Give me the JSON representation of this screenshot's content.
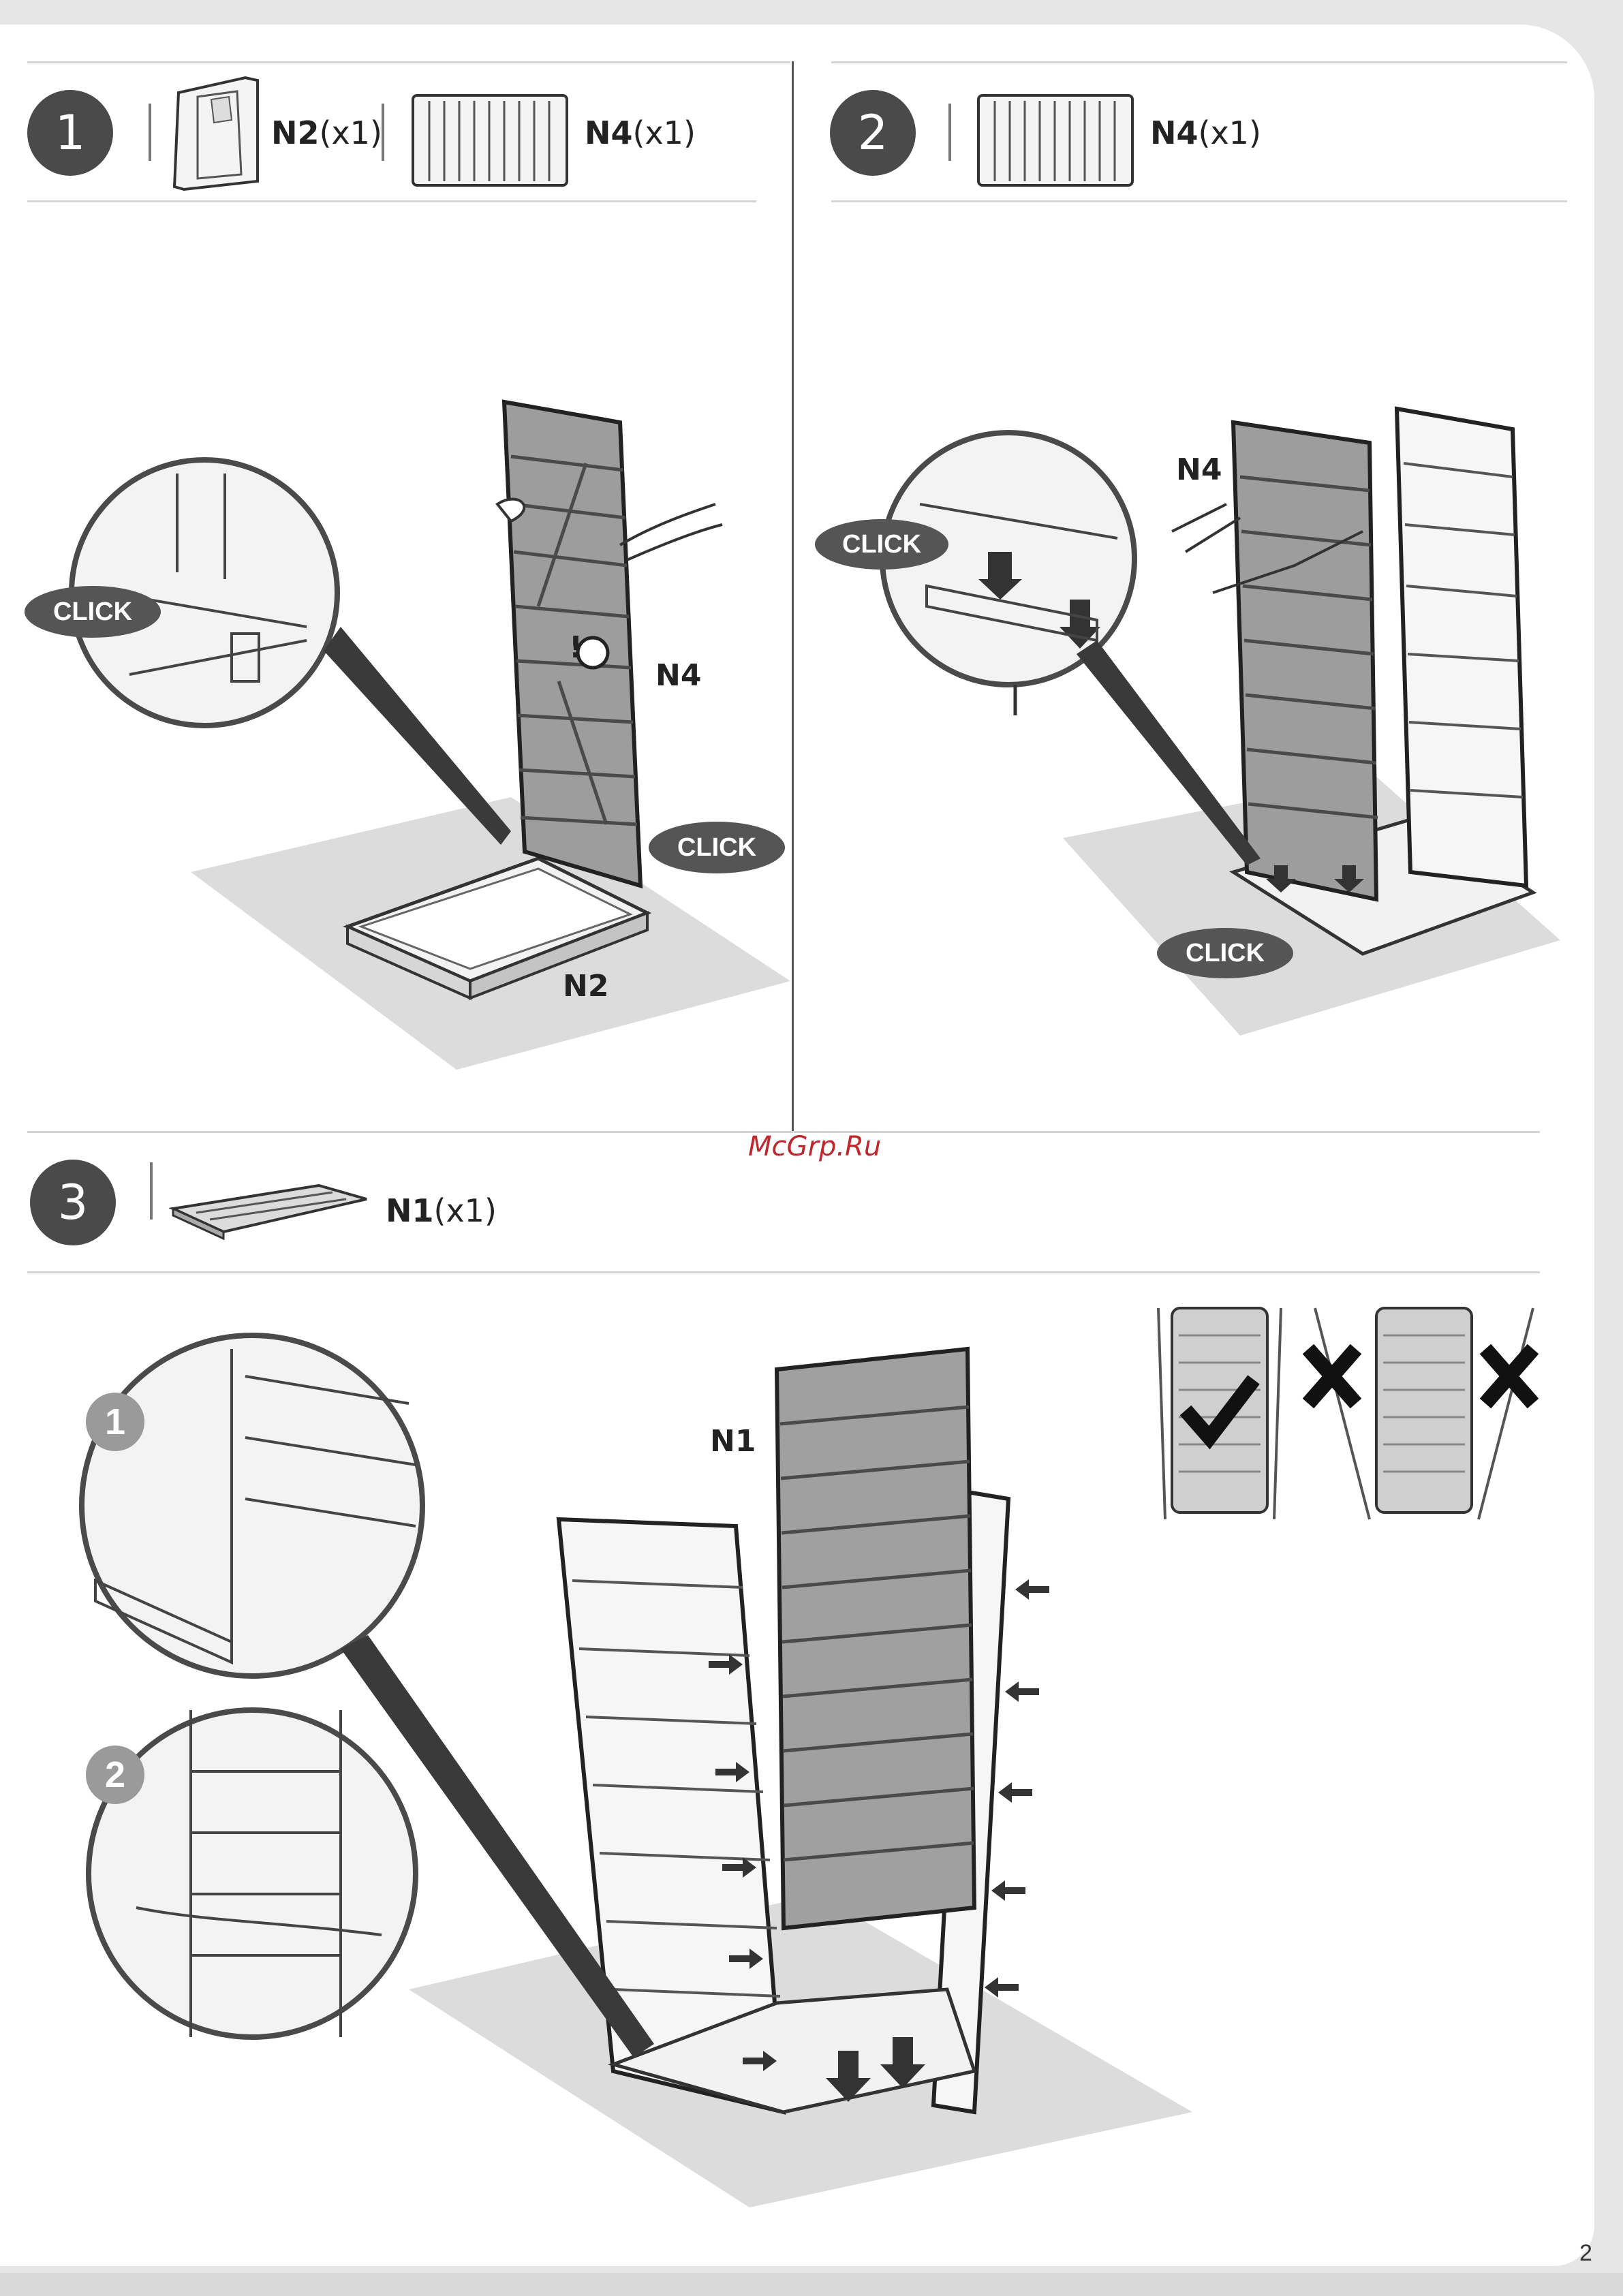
{
  "watermark": "McGrp.Ru",
  "page_number": "2",
  "steps": [
    {
      "number": "1",
      "parts": [
        {
          "code": "N2",
          "qty": "(x1)",
          "icon": "base-tray-icon"
        },
        {
          "code": "N4",
          "qty": "(x1)",
          "icon": "wall-panel-icon"
        }
      ],
      "labels": {
        "panel": "N4",
        "base": "N2"
      },
      "callouts": [
        "CLICK",
        "CLICK"
      ]
    },
    {
      "number": "2",
      "parts": [
        {
          "code": "N4",
          "qty": "(x1)",
          "icon": "wall-panel-icon"
        }
      ],
      "labels": {
        "panel": "N4"
      },
      "callouts": [
        "CLICK",
        "CLICK"
      ]
    },
    {
      "number": "3",
      "parts": [
        {
          "code": "N1",
          "qty": "(x1)",
          "icon": "lid-panel-icon"
        }
      ],
      "labels": {
        "panel": "N1"
      },
      "detail_badges": [
        "1",
        "2"
      ]
    }
  ],
  "colors": {
    "step_circle": "#4a4a4a",
    "callout": "#555555",
    "watermark": "#c0272d"
  }
}
